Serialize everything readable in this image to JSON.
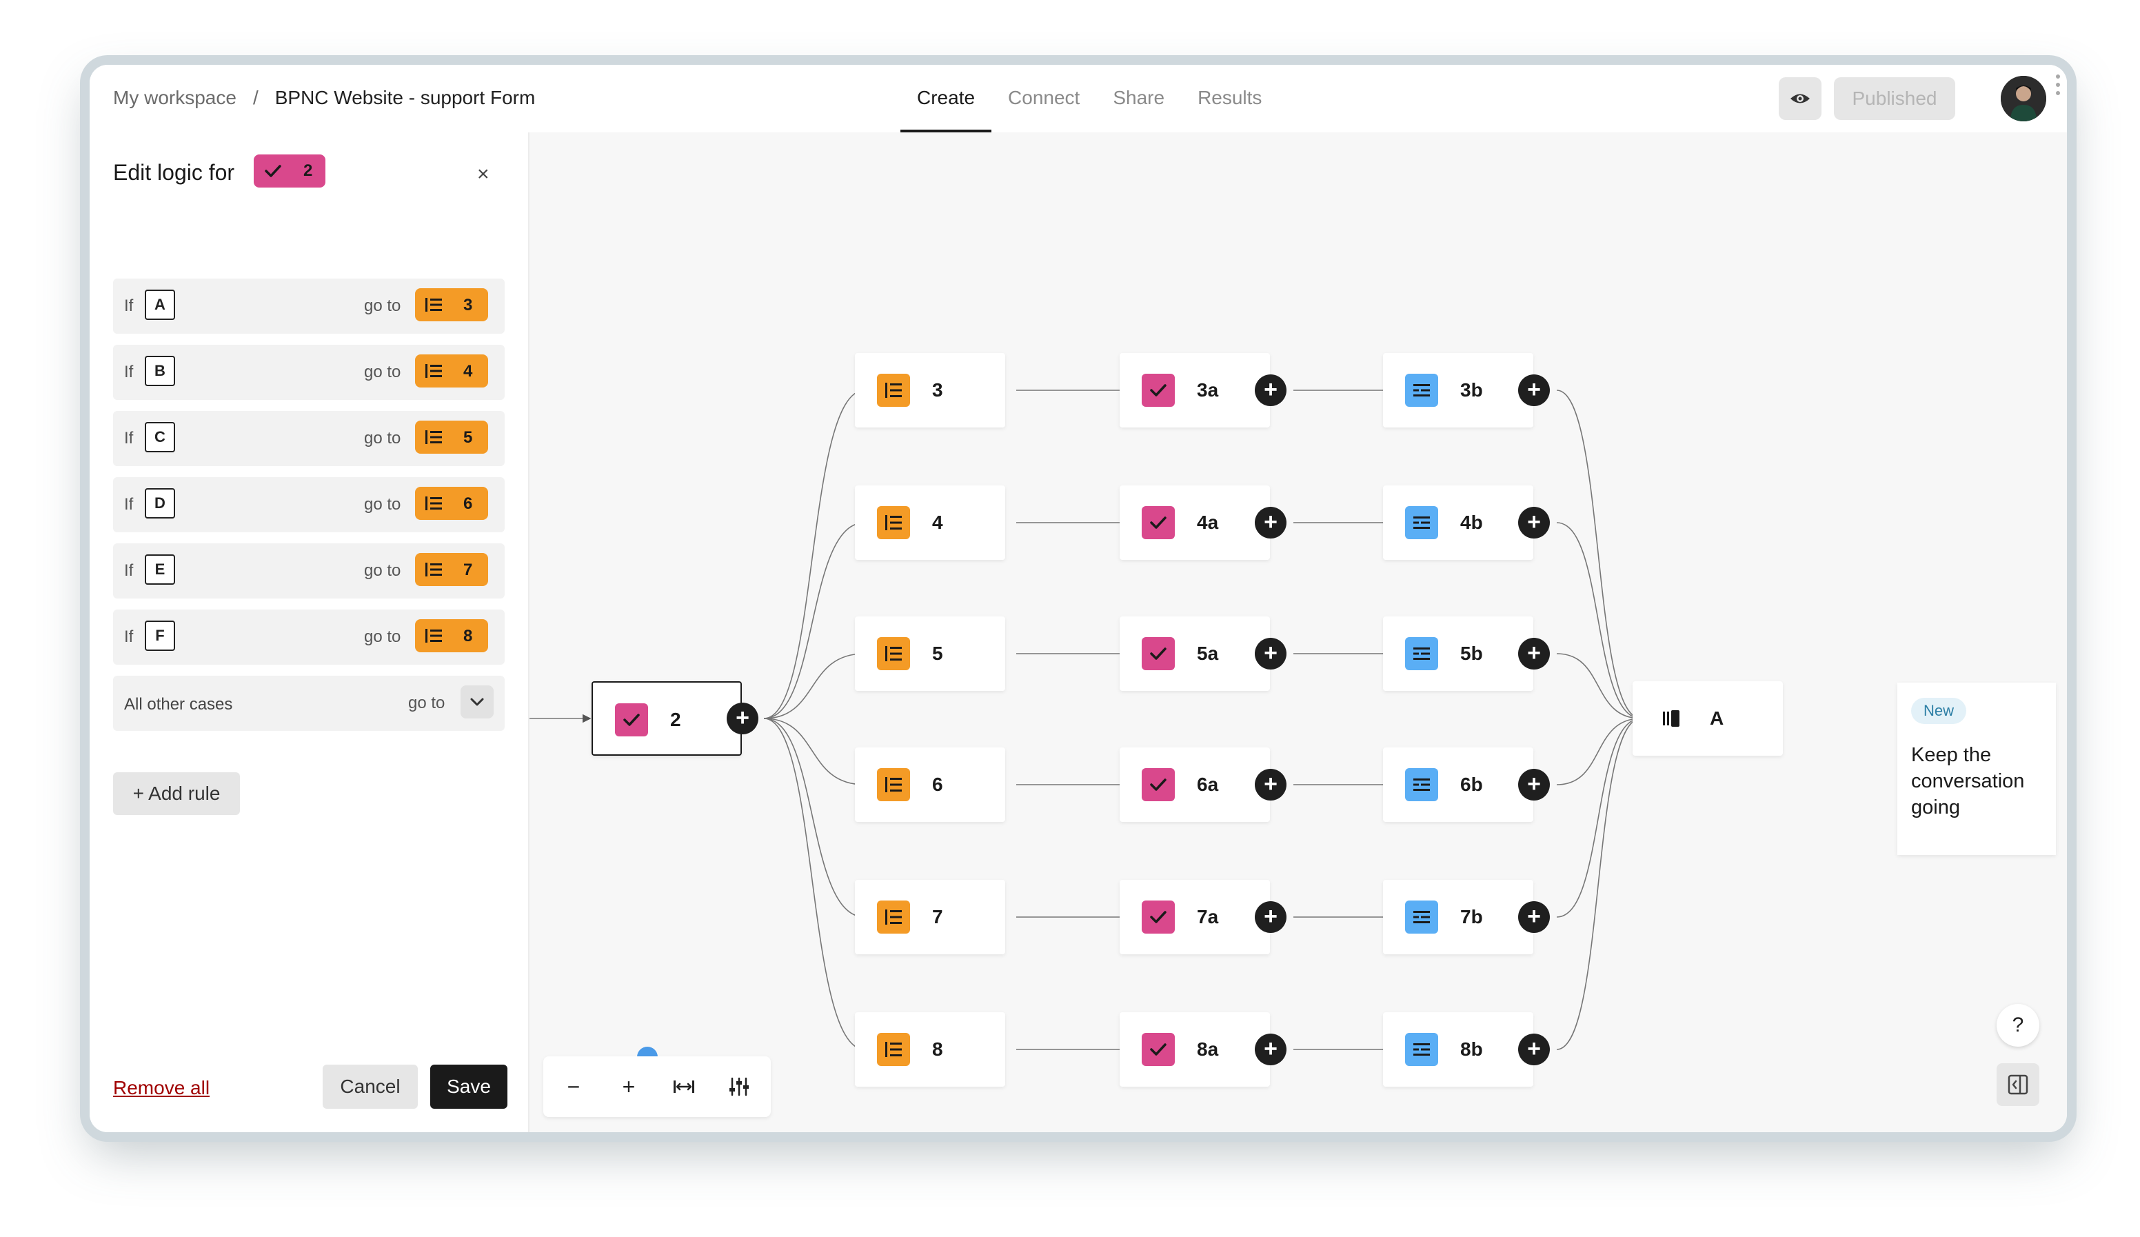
{
  "header": {
    "breadcrumb_workspace": "My workspace",
    "breadcrumb_separator": "/",
    "breadcrumb_form": "BPNC Website - support Form",
    "tabs": [
      {
        "label": "Create",
        "active": true
      },
      {
        "label": "Connect",
        "active": false
      },
      {
        "label": "Share",
        "active": false
      },
      {
        "label": "Results",
        "active": false
      }
    ],
    "preview_icon": "eye-icon",
    "publish_label": "Published"
  },
  "logic_panel": {
    "title": "Edit logic for",
    "current_question": "2",
    "rules": [
      {
        "if_label": "If",
        "key": "A",
        "goto_label": "go to",
        "target": "3"
      },
      {
        "if_label": "If",
        "key": "B",
        "goto_label": "go to",
        "target": "4"
      },
      {
        "if_label": "If",
        "key": "C",
        "goto_label": "go to",
        "target": "5"
      },
      {
        "if_label": "If",
        "key": "D",
        "goto_label": "go to",
        "target": "6"
      },
      {
        "if_label": "If",
        "key": "E",
        "goto_label": "go to",
        "target": "7"
      },
      {
        "if_label": "If",
        "key": "F",
        "goto_label": "go to",
        "target": "8"
      }
    ],
    "other_cases": {
      "label": "All other cases",
      "goto_label": "go to"
    },
    "add_rule_label": "+ Add rule",
    "remove_all_label": "Remove all",
    "cancel_label": "Cancel",
    "save_label": "Save",
    "close_glyph": "×"
  },
  "canvas": {
    "source_node": {
      "label": "2",
      "type": "multiple-choice"
    },
    "columns": {
      "list": [
        "3",
        "4",
        "5",
        "6",
        "7",
        "8"
      ],
      "choice": [
        "3a",
        "4a",
        "5a",
        "6a",
        "7a",
        "8a"
      ],
      "text": [
        "3b",
        "4b",
        "5b",
        "6b",
        "7b",
        "8b"
      ]
    },
    "end_node": {
      "label": "A",
      "type": "ending"
    },
    "feature_card": {
      "badge": "New",
      "text": "Keep the conversation going"
    },
    "zoom_controls": {
      "zoom_out": "−",
      "zoom_in": "+",
      "fit_icon": "fit-width-icon",
      "settings_icon": "sliders-icon"
    },
    "help_label": "?",
    "colors": {
      "list": "#f49b26",
      "choice": "#d9488c",
      "text": "#5aaef5"
    }
  }
}
